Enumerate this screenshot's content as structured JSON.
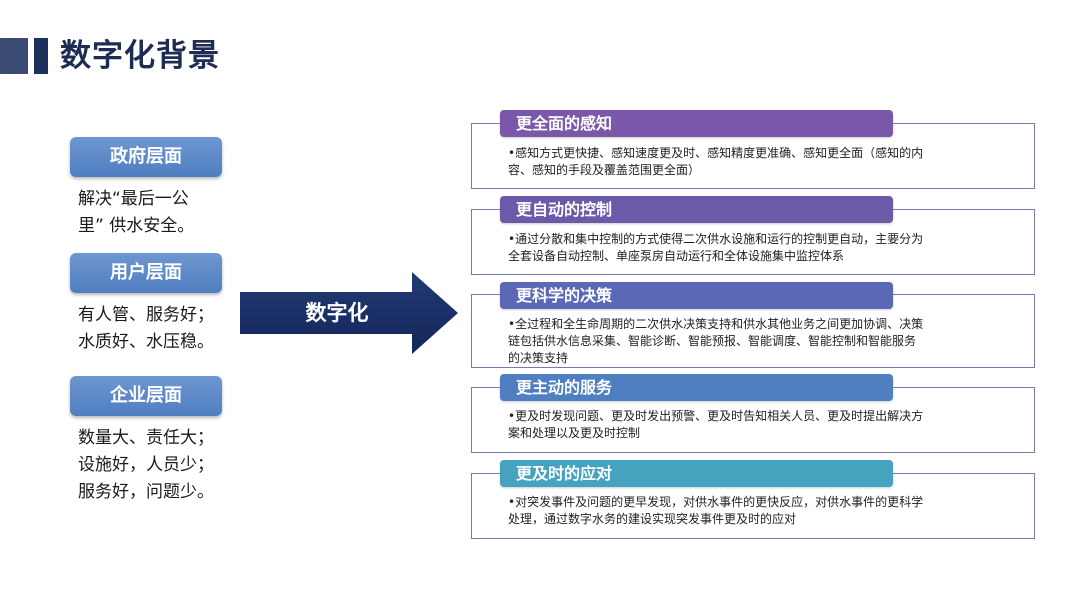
{
  "title": "数字化背景",
  "levels": [
    {
      "label": "政府层面",
      "lines": [
        "解决“最后一公",
        "里” 供水安全。"
      ]
    },
    {
      "label": "用户层面",
      "lines": [
        "有人管、服务好；",
        "水质好、水压稳。"
      ]
    },
    {
      "label": "企业层面",
      "lines": [
        "数量大、责任大；",
        "设施好，人员少；",
        "服务好，问题少。"
      ]
    }
  ],
  "arrow_label": "数字化",
  "cards": [
    {
      "title": "更全面的感知",
      "lines": [
        "•感知方式更快捷、感知速度更及时、感知精度更准确、感知更全面（感知的内",
        "容、感知的手段及覆盖范围更全面）"
      ],
      "color": "#7a57a8"
    },
    {
      "title": "更自动的控制",
      "lines": [
        "•通过分散和集中控制的方式使得二次供水设施和运行的控制更自动，主要分为",
        "全套设备自动控制、单座泵房自动运行和全体设施集中监控体系"
      ],
      "color": "#6b5aa8"
    },
    {
      "title": "更科学的决策",
      "lines": [
        "•全过程和全生命周期的二次供水决策支持和供水其他业务之间更加协调、决策",
        "链包括供水信息采集、智能诊断、智能预报、智能调度、智能控制和智能服务",
        "的决策支持"
      ],
      "color": "#5a68b6"
    },
    {
      "title": "更主动的服务",
      "lines": [
        "•更及时发现问题、更及时发出预警、更及时告知相关人员、更及时提出解决方",
        "案和处理以及更及时控制"
      ],
      "color": "#4f7fc0"
    },
    {
      "title": "更及时的应对",
      "lines": [
        "•对突发事件及问题的更早发现，对供水事件的更快反应，对供水事件的更科学",
        "处理，通过数字水务的建设实现突发事件更及时的应对"
      ],
      "color": "#45a3bf"
    }
  ]
}
